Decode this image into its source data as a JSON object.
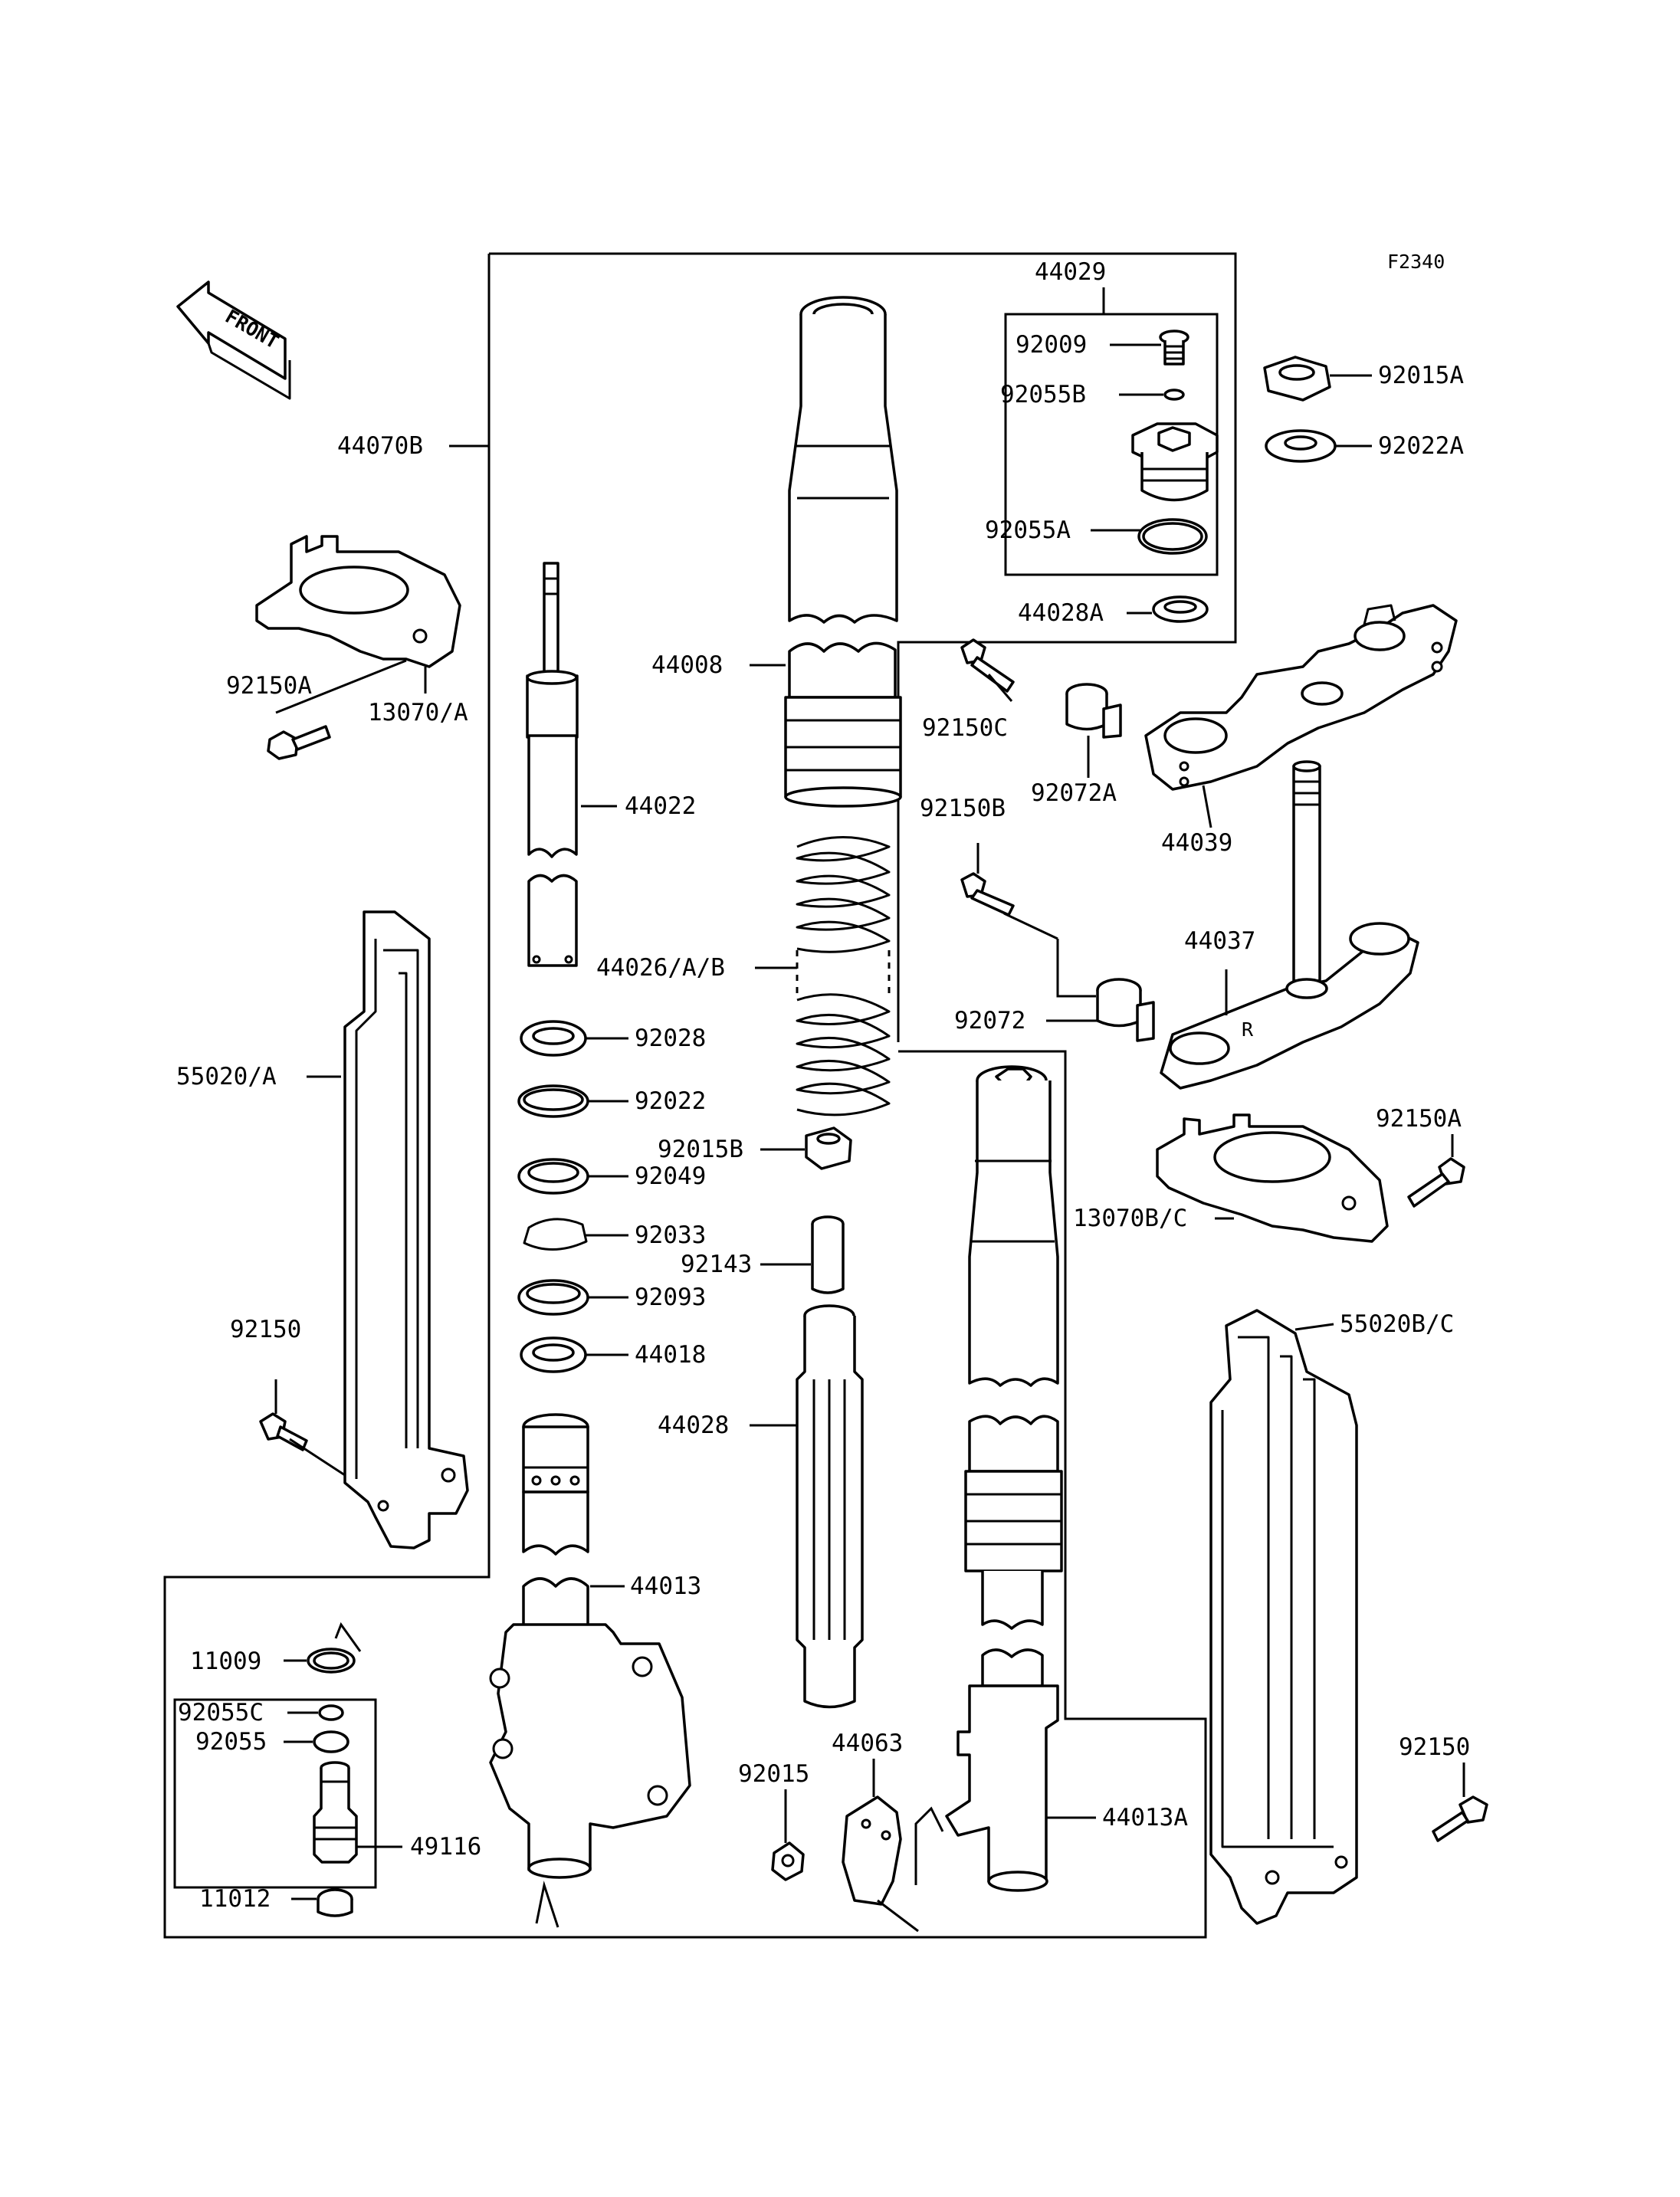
{
  "diagram_code": "F2340",
  "front_label": "FRONT",
  "parts": {
    "p44070B": "44070B",
    "p92150A_l": "92150A",
    "p13070A": "13070/A",
    "p55020A": "55020/A",
    "p92150_l": "92150",
    "p11009": "11009",
    "p92055C": "92055C",
    "p92055": "92055",
    "p49116": "49116",
    "p11012": "11012",
    "p44022": "44022",
    "p92028": "92028",
    "p92022": "92022",
    "p92049": "92049",
    "p92033": "92033",
    "p92093": "92093",
    "p44018": "44018",
    "p44013": "44013",
    "p44008": "44008",
    "p44026": "44026/A/B",
    "p92015B": "92015B",
    "p92143": "92143",
    "p44028": "44028",
    "p92015": "92015",
    "p44063": "44063",
    "p44029": "44029",
    "p92009": "92009",
    "p92055B": "92055B",
    "p92055A": "92055A",
    "p44028A": "44028A",
    "p92015A": "92015A",
    "p92022A": "92022A",
    "p92150C": "92150C",
    "p92072A": "92072A",
    "p44039": "44039",
    "p92150B": "92150B",
    "p44037": "44037",
    "p92072": "92072",
    "p92150A_r": "92150A",
    "p13070BC": "13070B/C",
    "p55020BC": "55020B/C",
    "p92150_r": "92150",
    "p44013A": "44013A"
  }
}
